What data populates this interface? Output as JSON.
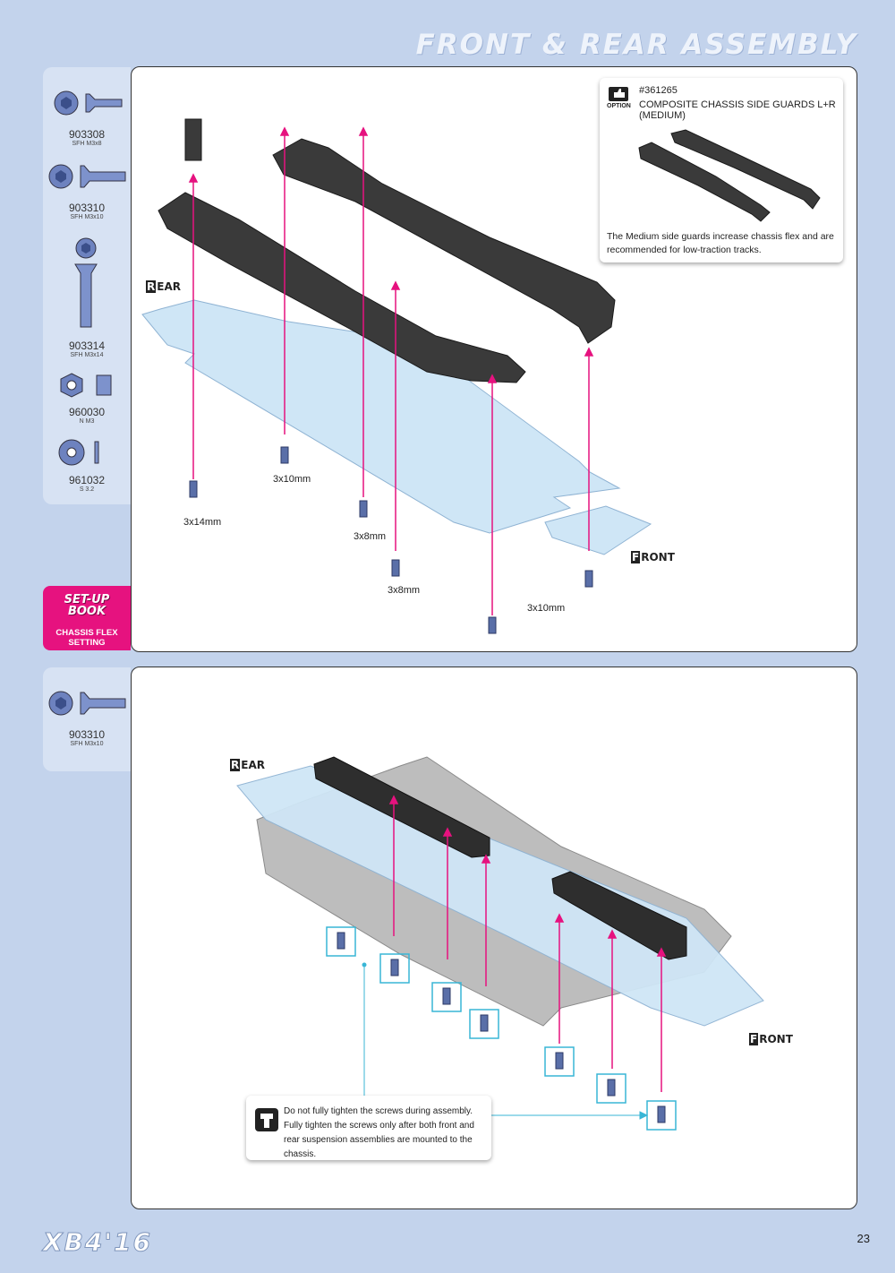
{
  "header": {
    "title": "FRONT & REAR ASSEMBLY"
  },
  "step1": {
    "parts": [
      {
        "code": "903308",
        "desc": "SFH M3x8"
      },
      {
        "code": "903310",
        "desc": "SFH M3x10"
      },
      {
        "code": "903314",
        "desc": "SFH M3x14"
      },
      {
        "code": "960030",
        "desc": "N M3"
      },
      {
        "code": "961032",
        "desc": "S 3.2"
      }
    ],
    "rear_label": {
      "cap": "R",
      "rest": "EAR"
    },
    "front_label": {
      "cap": "F",
      "rest": "RONT"
    },
    "screw_labels": [
      "3x14mm",
      "3x10mm",
      "3x8mm",
      "3x8mm",
      "3x10mm"
    ],
    "option": {
      "badge": "OPTION",
      "part_number": "#361265",
      "name": "COMPOSITE CHASSIS SIDE GUARDS L+R (MEDIUM)",
      "text": "The Medium side guards increase chassis flex and are recommended for low-traction tracks."
    },
    "setup_book": {
      "title_line1": "SET-UP",
      "title_line2": "BOOK",
      "subtitle": "CHASSIS FLEX SETTING"
    }
  },
  "step2": {
    "parts": [
      {
        "code": "903310",
        "desc": "SFH M3x10"
      }
    ],
    "rear_label": {
      "cap": "R",
      "rest": "EAR"
    },
    "front_label": {
      "cap": "F",
      "rest": "RONT"
    },
    "note": "Do not fully tighten the screws during assembly. Fully tighten the screws only after both front and rear suspension assemblies are mounted to the chassis."
  },
  "footer": {
    "logo": "XB4'16",
    "page": "23"
  },
  "colors": {
    "accent": "#e6127f",
    "plate": "#cfe6f6",
    "guard": "#3a3a3a",
    "screw": "#5a6fa8",
    "callout": "#39b6d6"
  }
}
